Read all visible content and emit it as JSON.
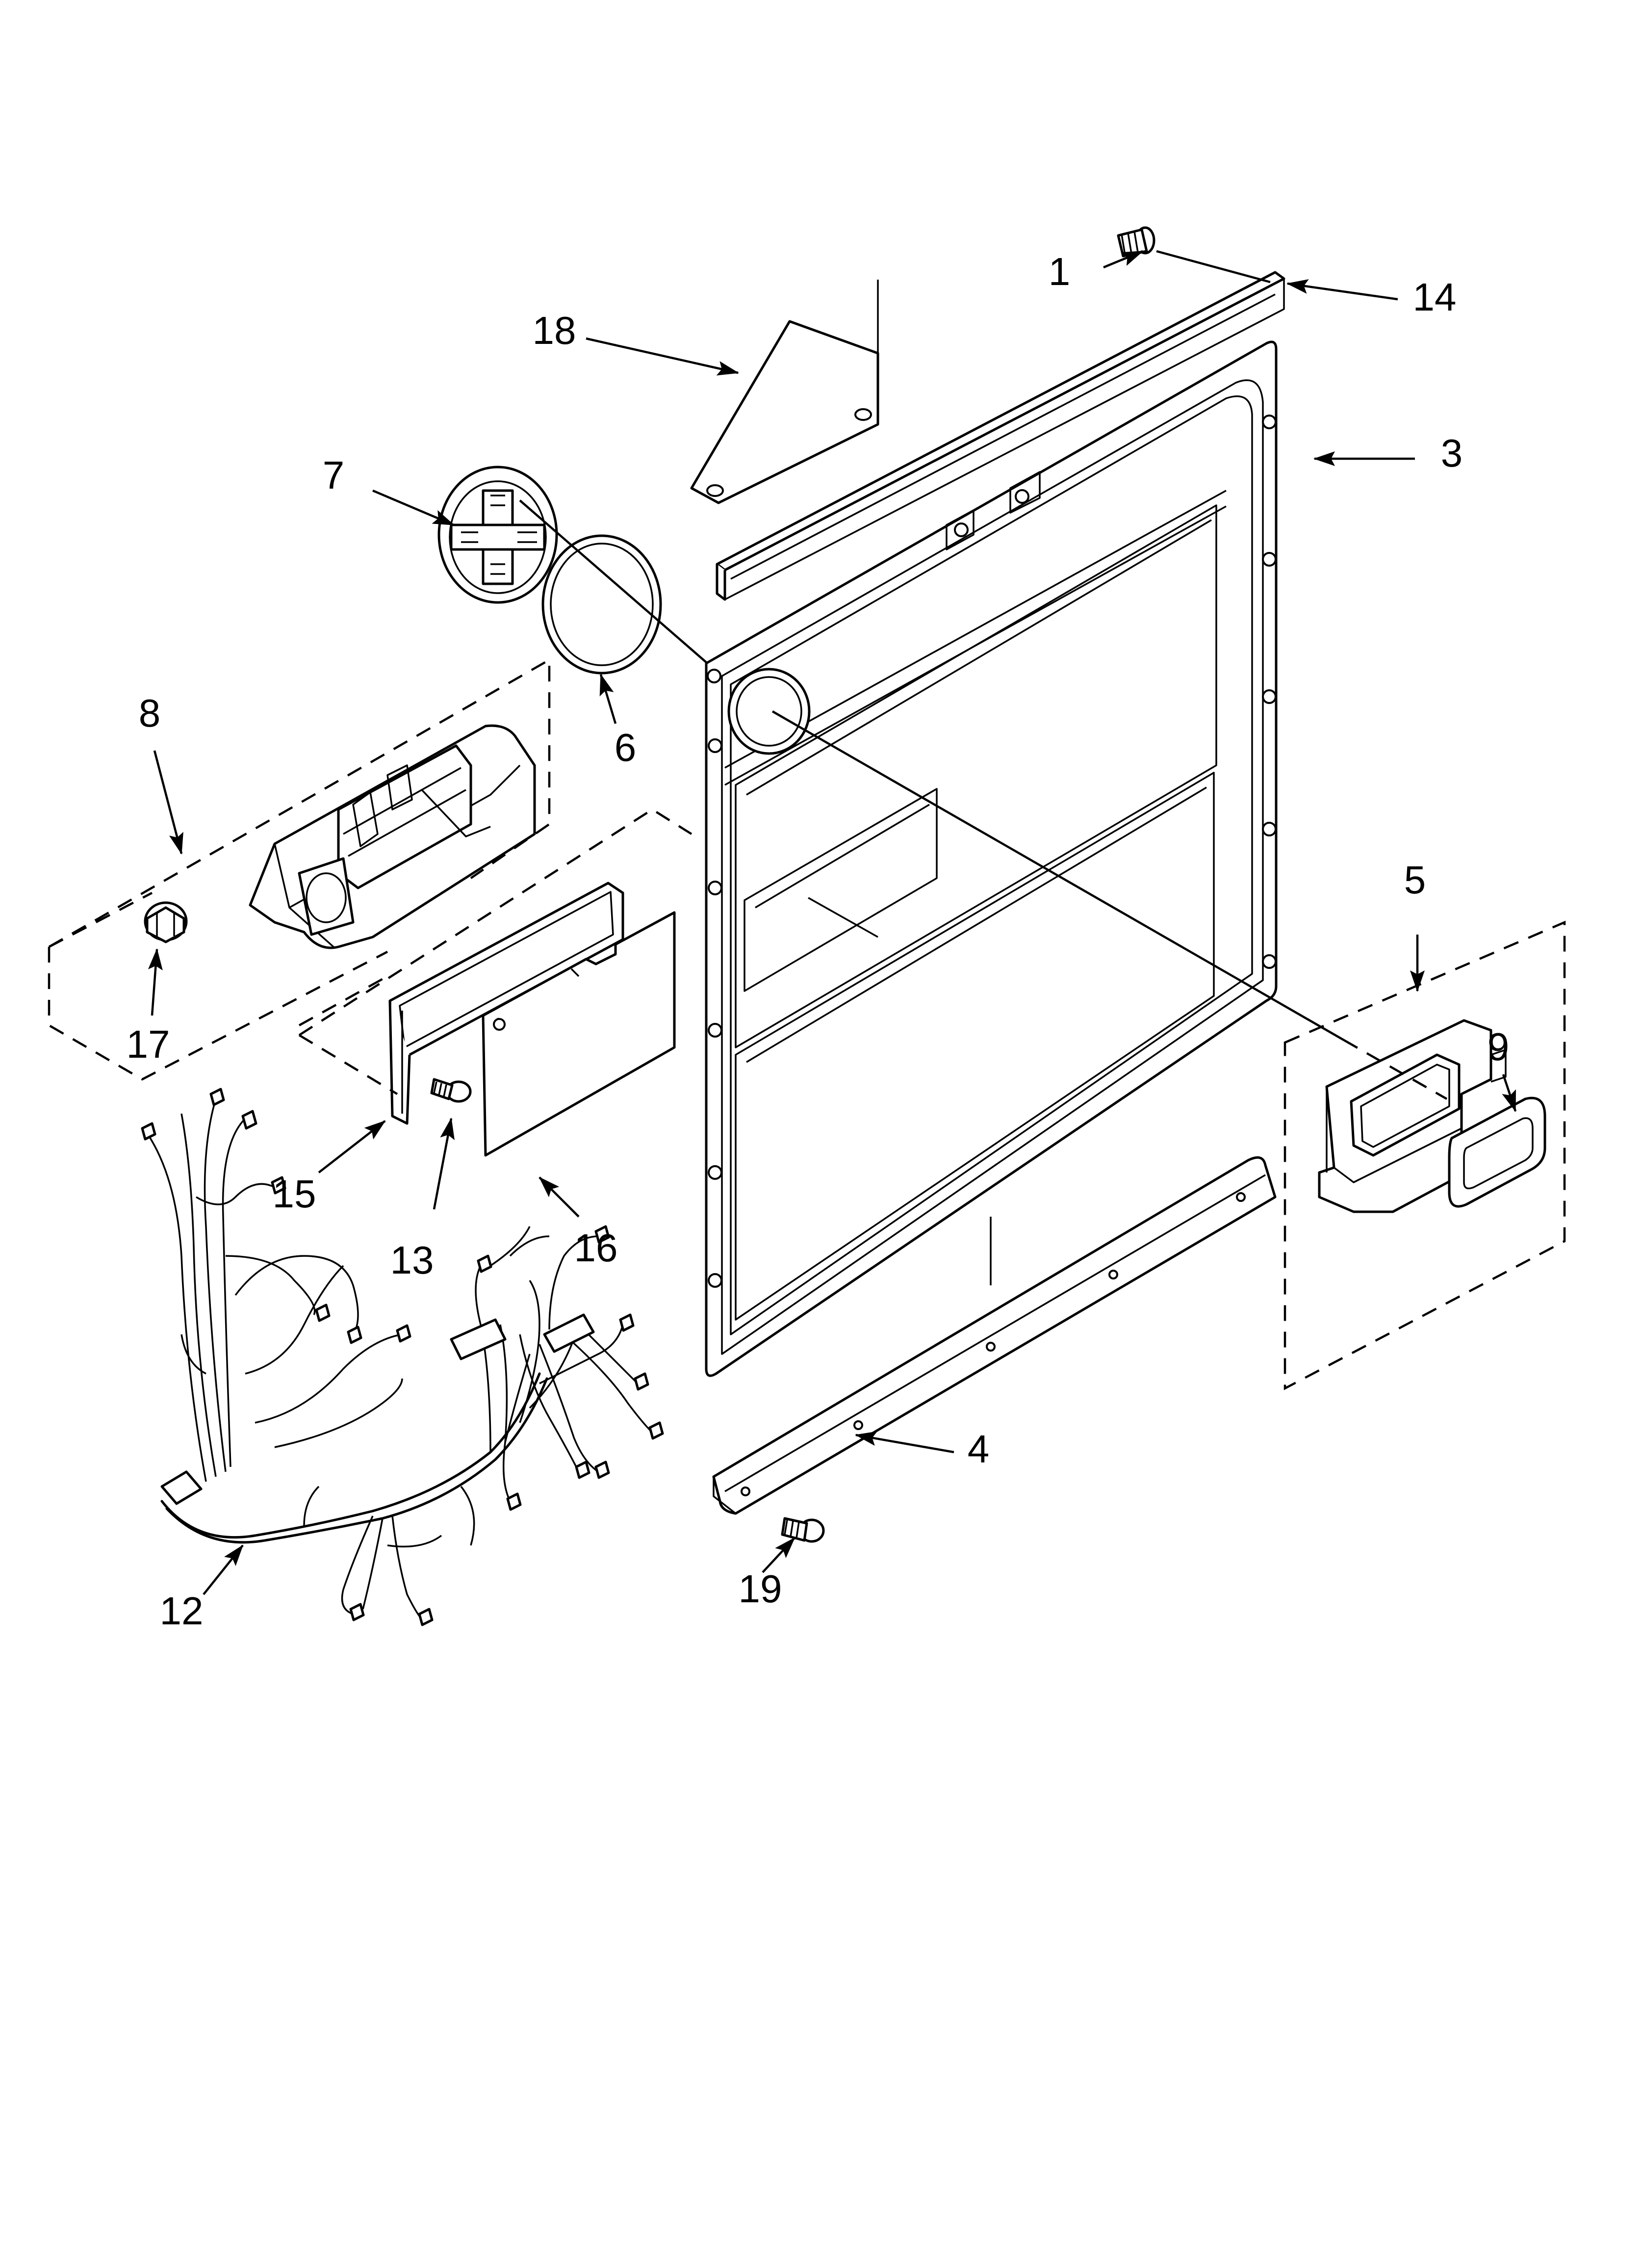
{
  "callouts": {
    "c1": "1",
    "c14": "14",
    "c18": "18",
    "c3": "3",
    "c7": "7",
    "c6": "6",
    "c8": "8",
    "c5": "5",
    "c9": "9",
    "c17": "17",
    "c15": "15",
    "c13": "13",
    "c16": "16",
    "c4": "4",
    "c19": "19",
    "c12": "12"
  },
  "colors": {
    "line": "#000000",
    "background": "#ffffff"
  }
}
